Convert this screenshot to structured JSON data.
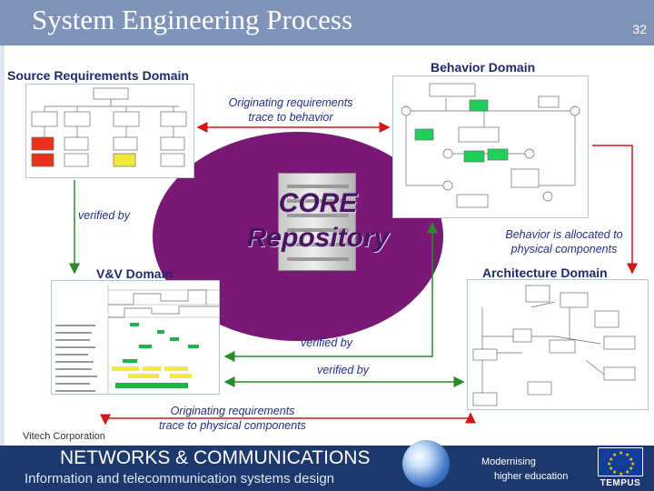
{
  "slide": {
    "title": "System Engineering Process",
    "page_number": "32"
  },
  "domains": {
    "source": "Source Requirements Domain",
    "behavior": "Behavior Domain",
    "vv": "V&V Domain",
    "architecture": "Architecture Domain"
  },
  "core": {
    "line1": "CORE",
    "line2": "Repository"
  },
  "annotations": {
    "trace_behavior_1": "Originating requirements",
    "trace_behavior_2": "trace to behavior",
    "verified_left": "verified by",
    "allocated_1": "Behavior is allocated to",
    "allocated_2": "physical components",
    "verified_mid": "verified by",
    "verified_low": "verified by",
    "trace_physical_1": "Originating requirements",
    "trace_physical_2": "trace to physical components"
  },
  "vendor": "Vitech Corporation",
  "footer": {
    "title": "NETWORKS & COMMUNICATIONS",
    "subtitle": "Information and telecommunication systems design",
    "modernising_1": "Modernising",
    "modernising_2": "higher education",
    "tempus": "TEMPUS"
  },
  "colors": {
    "header": "#7f93b8",
    "core": "#7a1876",
    "trace_arrow": "#d01818",
    "verify_arrow": "#2a8a2a",
    "footer": "#1d386c"
  }
}
